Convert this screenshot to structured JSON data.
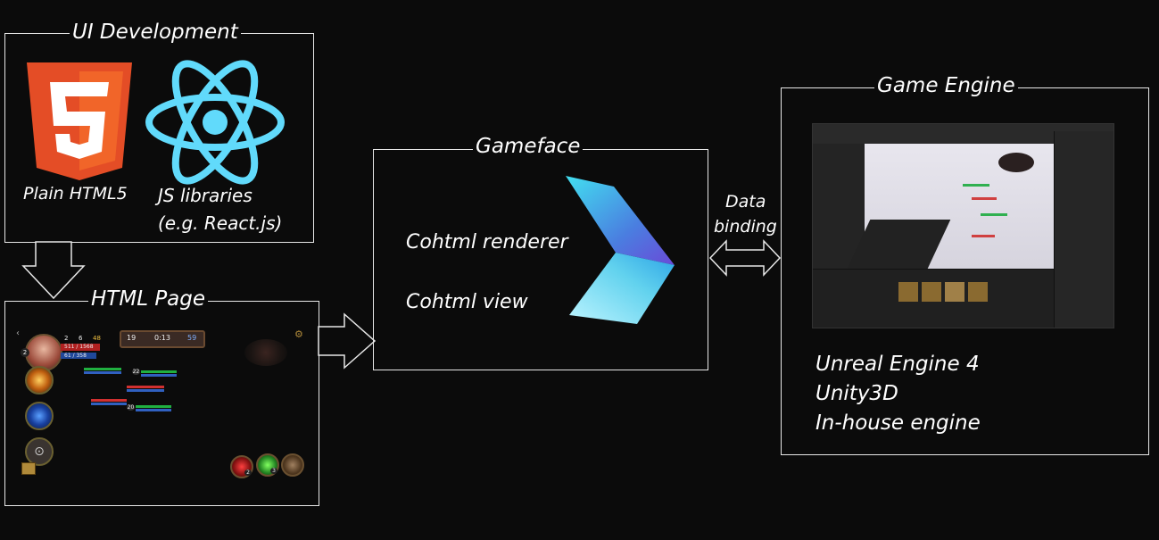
{
  "ui_dev": {
    "title": "UI Development",
    "html5_label": "Plain HTML5",
    "js_label_line1": "JS libraries",
    "js_label_line2": "(e.g. React.js)"
  },
  "html_page": {
    "title": "HTML Page",
    "hud": {
      "kills": "2",
      "deaths": "6",
      "gold": "48",
      "hp": "511 / 1568",
      "mana": "61 / 358",
      "level": "2",
      "team_left_score": "19",
      "timer": "0:13",
      "team_right_score": "59",
      "unit_level_1": "22",
      "unit_level_2": "20",
      "potion_count_1": "2",
      "potion_count_2": "3"
    }
  },
  "gameface": {
    "title": "Gameface",
    "renderer_label": "Cohtml renderer",
    "view_label": "Cohtml view"
  },
  "binding": {
    "line1": "Data",
    "line2": "binding"
  },
  "engine": {
    "title": "Game Engine",
    "items": [
      "Unreal Engine 4",
      "Unity3D",
      "In-house engine"
    ]
  },
  "colors": {
    "background": "#0b0b0b",
    "border": "#e8e8e8",
    "html5_orange": "#e44d26",
    "html5_light": "#f16529",
    "react_blue": "#61dafb"
  }
}
